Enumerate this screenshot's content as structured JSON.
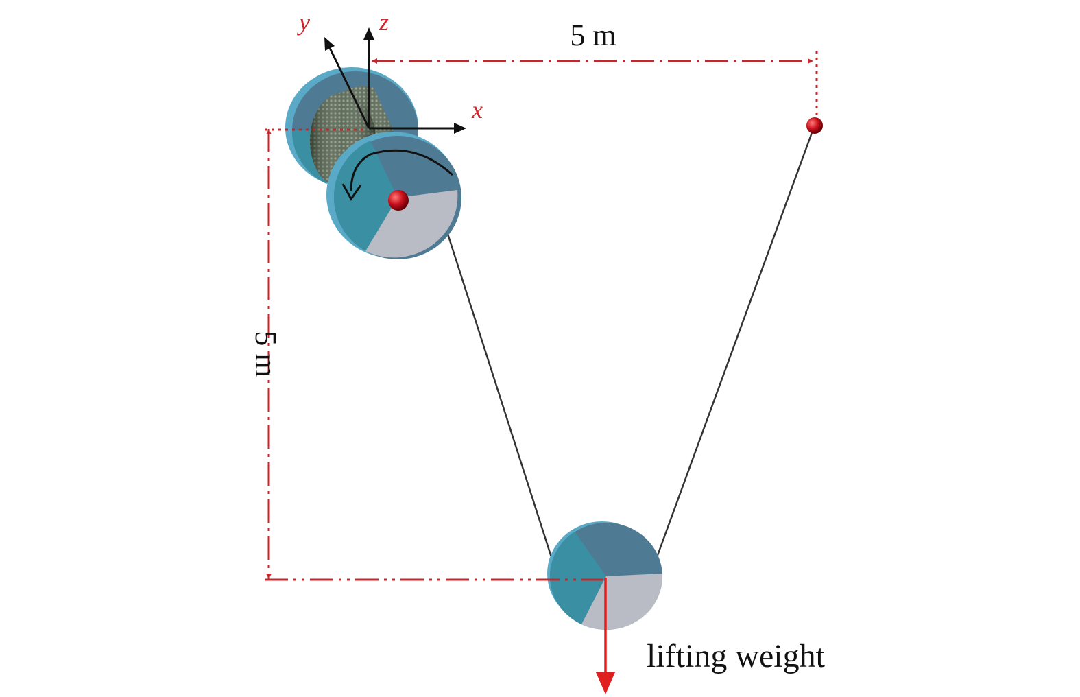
{
  "axes": {
    "x_label": "x",
    "y_label": "y",
    "z_label": "z"
  },
  "dimensions": {
    "horizontal_label": "5 m",
    "vertical_label": "5 m"
  },
  "load": {
    "label": "lifting weight"
  },
  "colors": {
    "dimension_line": "#c0282d",
    "axis_label": "#d3232a",
    "axis_arrow": "#111111",
    "disk_teal": "#3a8fa3",
    "disk_slate": "#4f7a94",
    "disk_grey": "#b9bcc4",
    "disk_rim": "#5aa9c6",
    "drum": "#5d6b57",
    "anchor_ball": "#c8111c",
    "rope": "#333333",
    "load_arrow": "#e02020"
  }
}
